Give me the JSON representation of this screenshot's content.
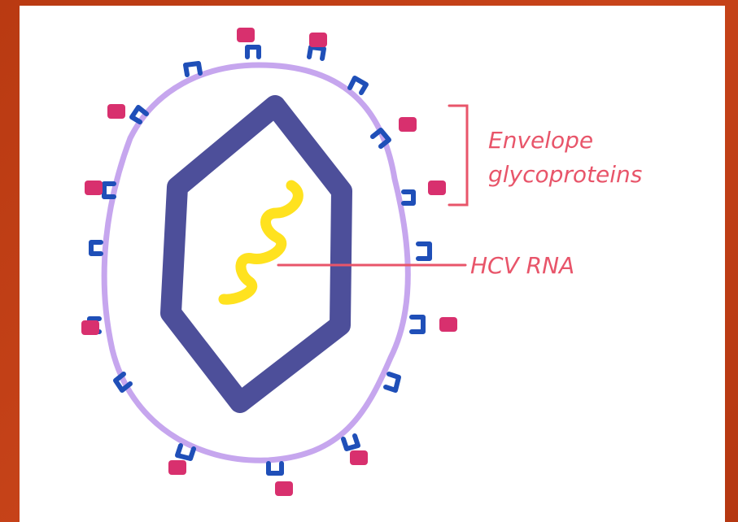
{
  "labels": {
    "envelope_line1": "Envelope",
    "envelope_line2": "glycoproteins",
    "rna": "HCV RNA"
  },
  "colors": {
    "background": "#c0401a",
    "panel": "#ffffff",
    "envelope": "#c6a6ee",
    "capsid": "#4d4f9a",
    "rna": "#ffe21f",
    "label": "#e8556a",
    "glycoprotein_stem": "#1f4fb8",
    "glycoprotein_head": "#d8306e"
  }
}
